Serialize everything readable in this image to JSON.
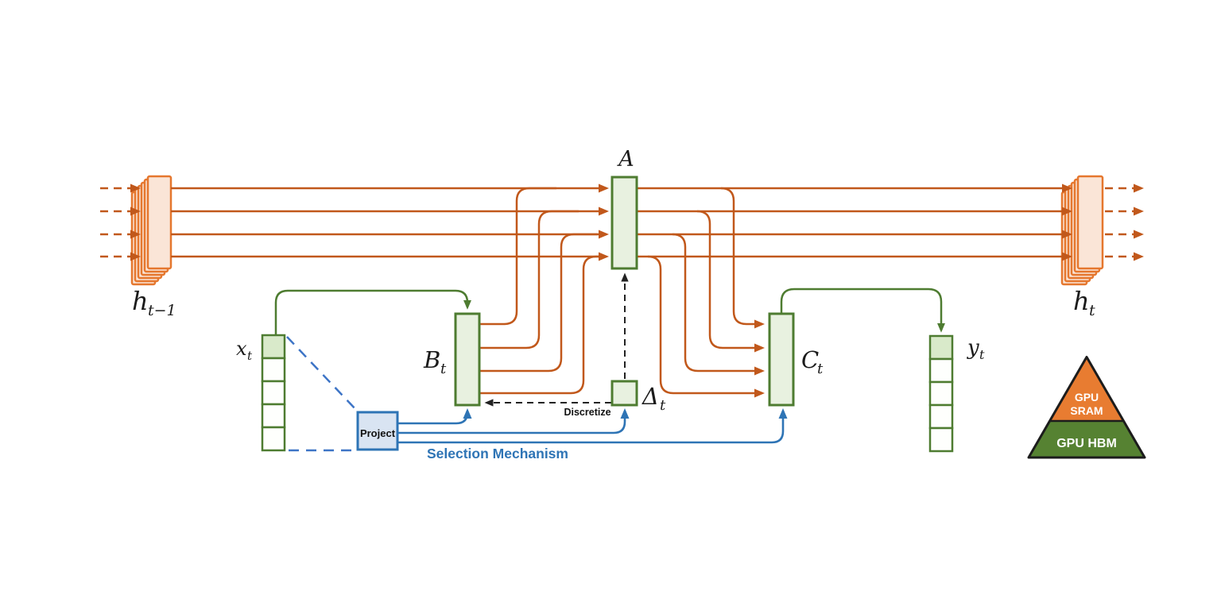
{
  "diagram": {
    "type": "selective-state-space-model-architecture",
    "nodes": {
      "h_prev": {
        "base": "h",
        "sub": "t−1"
      },
      "h_next": {
        "base": "h",
        "sub": "t"
      },
      "x_t": {
        "base": "x",
        "sub": "t"
      },
      "y_t": {
        "base": "y",
        "sub": "t"
      },
      "A": {
        "base": "A"
      },
      "B_t": {
        "base": "B",
        "sub": "t"
      },
      "C_t": {
        "base": "C",
        "sub": "t"
      },
      "delta_t": {
        "base": "Δ",
        "sub": "t"
      }
    },
    "annotations": {
      "project": "Project",
      "discretize": "Discretize",
      "selection_mechanism": "Selection Mechanism"
    },
    "pyramid": {
      "top_line1": "GPU",
      "top_line2": "SRAM",
      "bottom_label": "GPU HBM"
    },
    "colors": {
      "orange_line": "#C1581B",
      "orange_box_fill": "#FAE5D7",
      "orange_box_border": "#E5772E",
      "green_line": "#4E7C31",
      "green_box_fill": "#E8F1E0",
      "green_cell_highlight": "#D9EACA",
      "blue_line": "#2E74B5",
      "blue_box_fill": "#D9E4F2",
      "blue_dashed": "#3D74C6",
      "pyramid_orange": "#E87C31",
      "pyramid_green": "#568232",
      "black": "#1C1C1C"
    }
  }
}
